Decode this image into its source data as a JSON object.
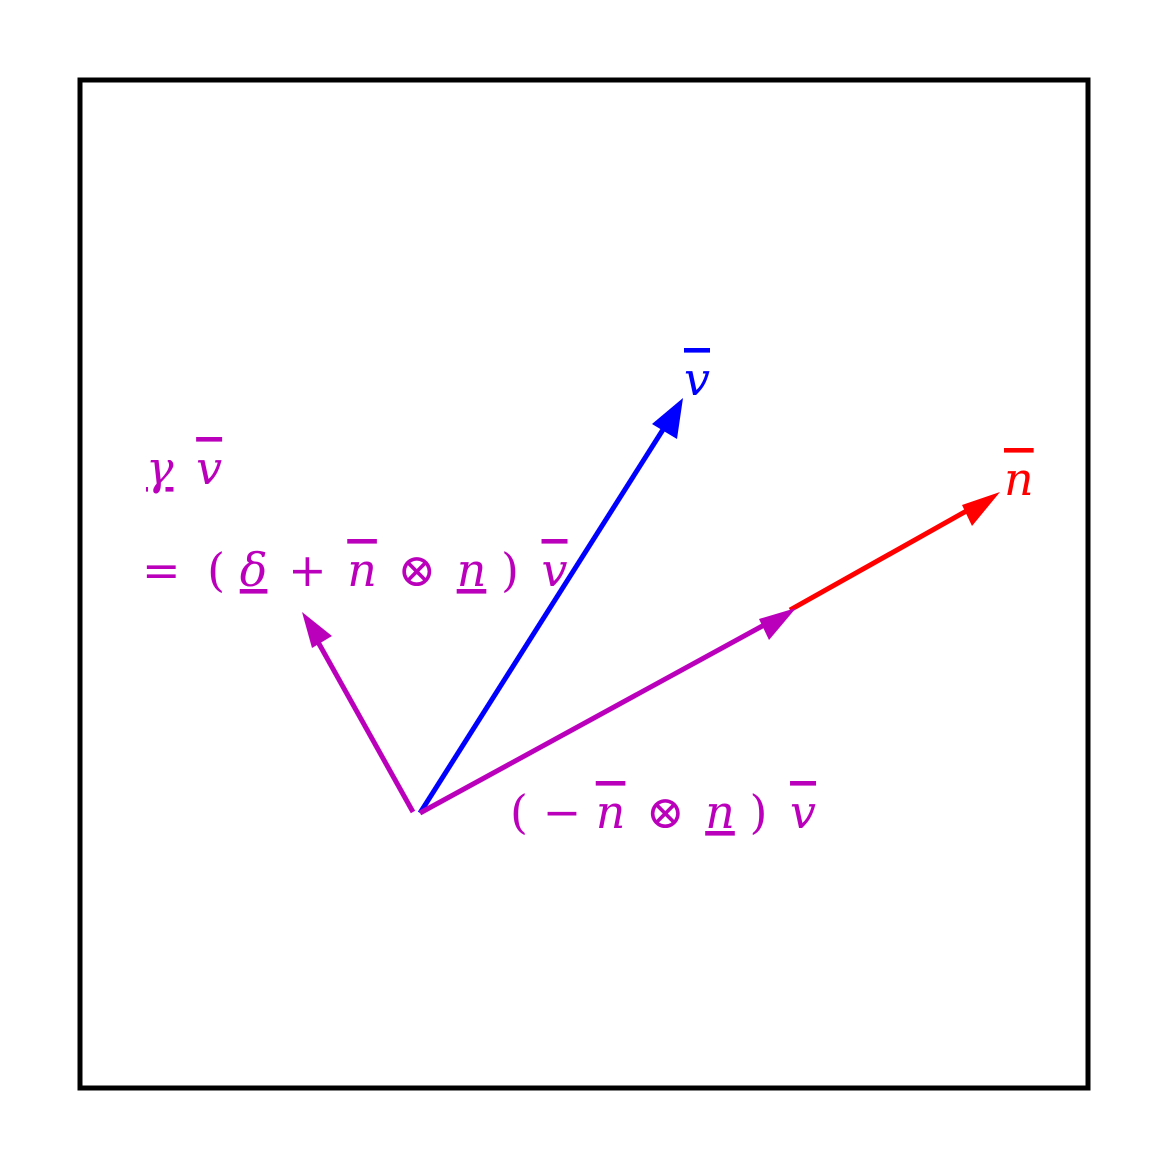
{
  "diagram": {
    "colors": {
      "frame": "#000000",
      "v": "#0000ff",
      "n": "#ff0000",
      "result": "#bb00bb"
    },
    "labels": {
      "v_bar": {
        "symbol": "v"
      },
      "n_bar": {
        "symbol": "n"
      },
      "gamma_v": {
        "gamma": "γ",
        "v": "v"
      },
      "expansion": {
        "equals": "=",
        "open": "(",
        "delta": "δ",
        "plus": "+",
        "n1": "n",
        "otimes": "⊗",
        "n2": "n",
        "close": ")",
        "v": "v"
      },
      "projection": {
        "open": "(",
        "minus": "−",
        "n1": "n",
        "otimes": "⊗",
        "n2": "n",
        "close": ")",
        "v": "v"
      }
    }
  }
}
